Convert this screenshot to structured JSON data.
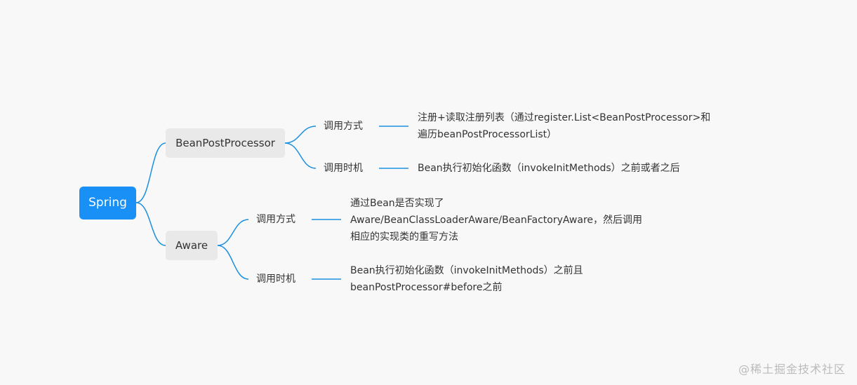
{
  "root": {
    "label": "Spring"
  },
  "branches": [
    {
      "label": "BeanPostProcessor",
      "children": [
        {
          "label": "调用方式",
          "detail": [
            "注册+读取注册列表（通过register.List<BeanPostProcessor>和",
            "遍历beanPostProcessorList）"
          ]
        },
        {
          "label": "调用时机",
          "detail": [
            "Bean执行初始化函数（invokeInitMethods）之前或者之后"
          ]
        }
      ]
    },
    {
      "label": "Aware",
      "children": [
        {
          "label": "调用方式",
          "detail": [
            "通过Bean是否实现了",
            "Aware/BeanClassLoaderAware/BeanFactoryAware，然后调用",
            "相应的实现类的重写方法"
          ]
        },
        {
          "label": "调用时机",
          "detail": [
            "Bean执行初始化函数（invokeInitMethods）之前且",
            "beanPostProcessor#before之前"
          ]
        }
      ]
    }
  ],
  "watermark": "@稀土掘金技术社区",
  "colors": {
    "connector": "#1b8fe0",
    "root_fill": "#1890f5",
    "topic_fill": "#e9e9e9",
    "text": "#333333",
    "background": "#f8f8f8"
  }
}
